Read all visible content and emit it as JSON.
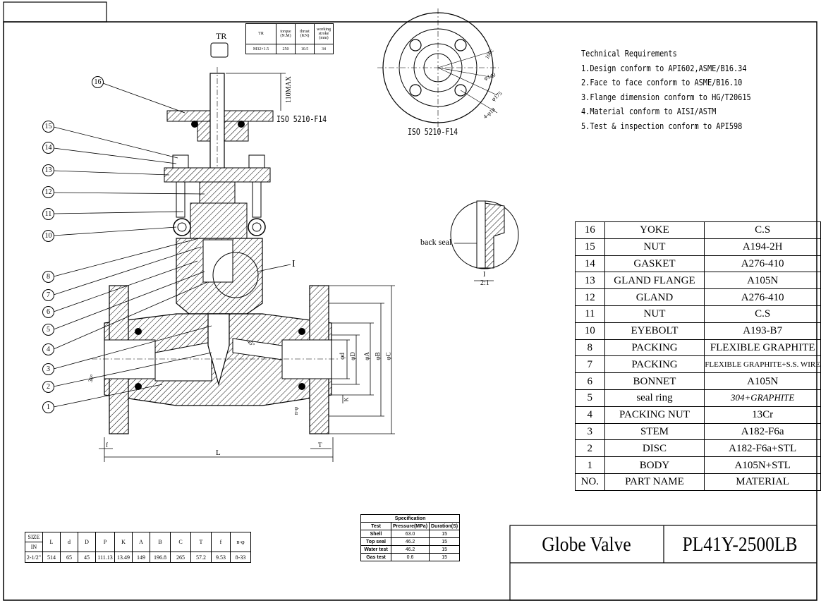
{
  "technical_requirements": {
    "title": "Technical Requirements",
    "items": [
      "1.Design conform to API602,ASME/B16.34",
      "2.Face to face conform to ASME/B16.10",
      "3.Flange dimension conform to HG/T20615",
      "4.Material conform to AISI/ASTM",
      "5.Test & inspection conform to API598"
    ]
  },
  "parts_table": {
    "rows": [
      {
        "no": "16",
        "name": "YOKE",
        "material": "C.S"
      },
      {
        "no": "15",
        "name": "NUT",
        "material": "A194-2H"
      },
      {
        "no": "14",
        "name": "GASKET",
        "material": "A276-410"
      },
      {
        "no": "13",
        "name": "GLAND FLANGE",
        "material": "A105N"
      },
      {
        "no": "12",
        "name": "GLAND",
        "material": "A276-410"
      },
      {
        "no": "11",
        "name": "NUT",
        "material": "C.S"
      },
      {
        "no": "10",
        "name": "EYEBOLT",
        "material": "A193-B7"
      },
      {
        "no": "8",
        "name": "PACKING",
        "material": "FLEXIBLE GRAPHITE"
      },
      {
        "no": "7",
        "name": "PACKING",
        "material": "FLEXIBLE GRAPHITE+S.S. WIRE"
      },
      {
        "no": "6",
        "name": "BONNET",
        "material": "A105N"
      },
      {
        "no": "5",
        "name": "seal ring",
        "material": "304+GRAPHITE"
      },
      {
        "no": "4",
        "name": "PACKING NUT",
        "material": "13Cr"
      },
      {
        "no": "3",
        "name": "STEM",
        "material": "A182-F6a"
      },
      {
        "no": "2",
        "name": "DISC",
        "material": "A182-F6a+STL"
      },
      {
        "no": "1",
        "name": "BODY",
        "material": "A105N+STL"
      }
    ],
    "header": {
      "no": "NO.",
      "name": "PART NAME",
      "material": "MATERIAL"
    }
  },
  "dimensions_table": {
    "size_label": "SIZE",
    "size_unit": "IN",
    "headers": [
      "L",
      "d",
      "D",
      "P",
      "K",
      "A",
      "B",
      "C",
      "T",
      "f",
      "n-φ"
    ],
    "rows": [
      {
        "size": "2-1/2\"",
        "values": [
          "514",
          "65",
          "45",
          "111.13",
          "13.49",
          "149",
          "196.8",
          "265",
          "57.2",
          "9.53",
          "8-33"
        ]
      }
    ]
  },
  "spec_table": {
    "title": "Specification",
    "headers": [
      "Test",
      "Pressure(MPa)",
      "Duration(S)"
    ],
    "rows": [
      [
        "Shell",
        "63.0",
        "15"
      ],
      [
        "Top seal",
        "46.2",
        "15"
      ],
      [
        "Water test",
        "46.2",
        "15"
      ],
      [
        "Gas test",
        "0.6",
        "15"
      ]
    ]
  },
  "title_block": {
    "name": "Globe Valve",
    "model": "PL41Y-2500LB"
  },
  "stem_table": {
    "headers": [
      "TR",
      "torque (N.M)",
      "thrust (KN)",
      "working stroke (mm)"
    ],
    "values": [
      "M32×1.5",
      "250",
      "10.5",
      "34"
    ]
  },
  "drawing_labels": {
    "tr": "TR",
    "iso_main": "ISO 5210-F14",
    "iso_flange": "ISO 5210-F14",
    "max_height": "110MAX",
    "detail_mark": "I",
    "detail_label": "I",
    "detail_scale": "2:1",
    "back_seal": "back seal",
    "dim_L": "L",
    "dim_f": "f",
    "dim_T": "T",
    "dim_K": "K",
    "dim_d": "φd",
    "dim_D": "φD",
    "dim_A": "φA",
    "dim_B": "φB",
    "dim_C": "φC",
    "dim_nphi": "n-φ",
    "angle_45": "45°",
    "angle_30": "30°",
    "pcd": "φ140",
    "od": "φ175",
    "bolts": "4-φ18",
    "ang100": "100°",
    "callouts": [
      "16",
      "15",
      "14",
      "13",
      "12",
      "11",
      "10",
      "8",
      "7",
      "6",
      "5",
      "4",
      "3",
      "2",
      "1"
    ]
  }
}
